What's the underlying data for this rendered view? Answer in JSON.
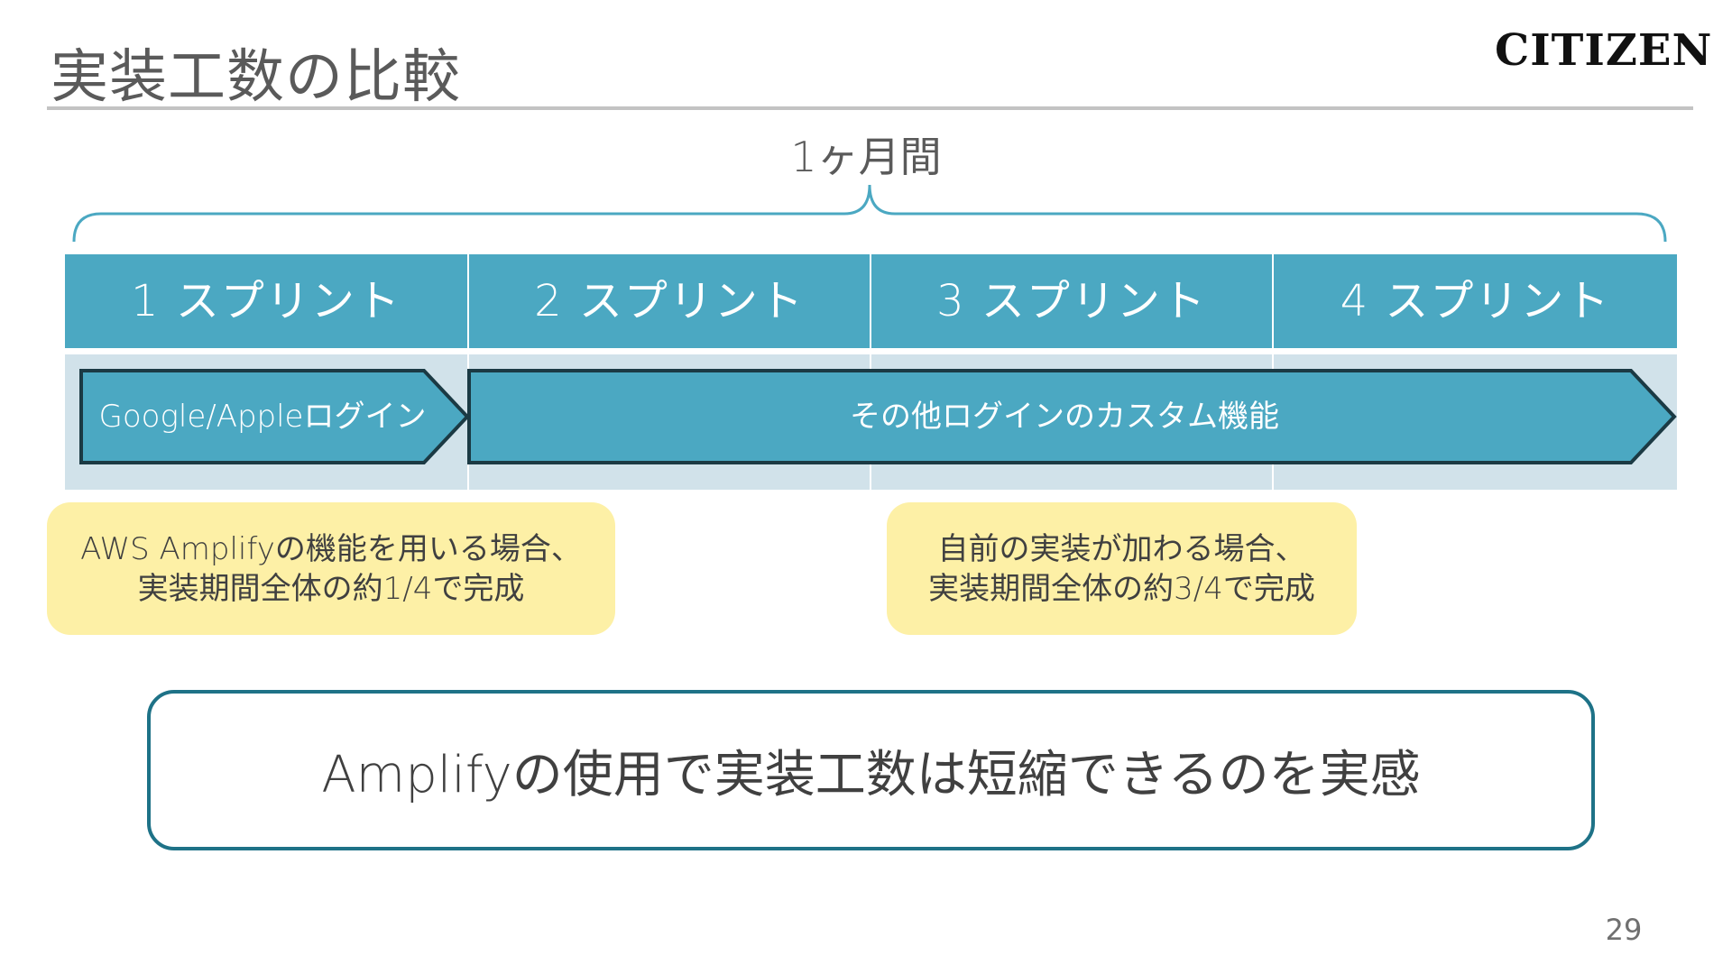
{
  "title": "実装工数の比較",
  "logo_text": "CITIZEN",
  "period_label": "1ヶ月間",
  "sprints": [
    "1 スプリント",
    "2 スプリント",
    "3 スプリント",
    "4 スプリント"
  ],
  "tasks": {
    "login_google_apple": "Google/Appleログイン",
    "other_login_custom": "その他ログインのカスタム機能"
  },
  "callouts": {
    "amplify": {
      "line1": "AWS Amplifyの機能を用いる場合、",
      "line2": "実装期間全体の約1/4で完成"
    },
    "self_impl": {
      "line1": "自前の実装が加わる場合、",
      "line2": "実装期間全体の約3/4で完成"
    }
  },
  "conclusion": "Amplifyの使用で実装工数は短縮できるのを実感",
  "page_number": "29",
  "colors": {
    "sprint_header": "#4ba8c2",
    "sprint_body": "#d1e2ea",
    "arrow_fill": "#4ba8c2",
    "arrow_stroke": "#1b3a44",
    "callout_fill": "#fdf0a6",
    "conclusion_border": "#1e7287",
    "brace": "#4ba8c2",
    "rule": "#c3c3c3"
  }
}
